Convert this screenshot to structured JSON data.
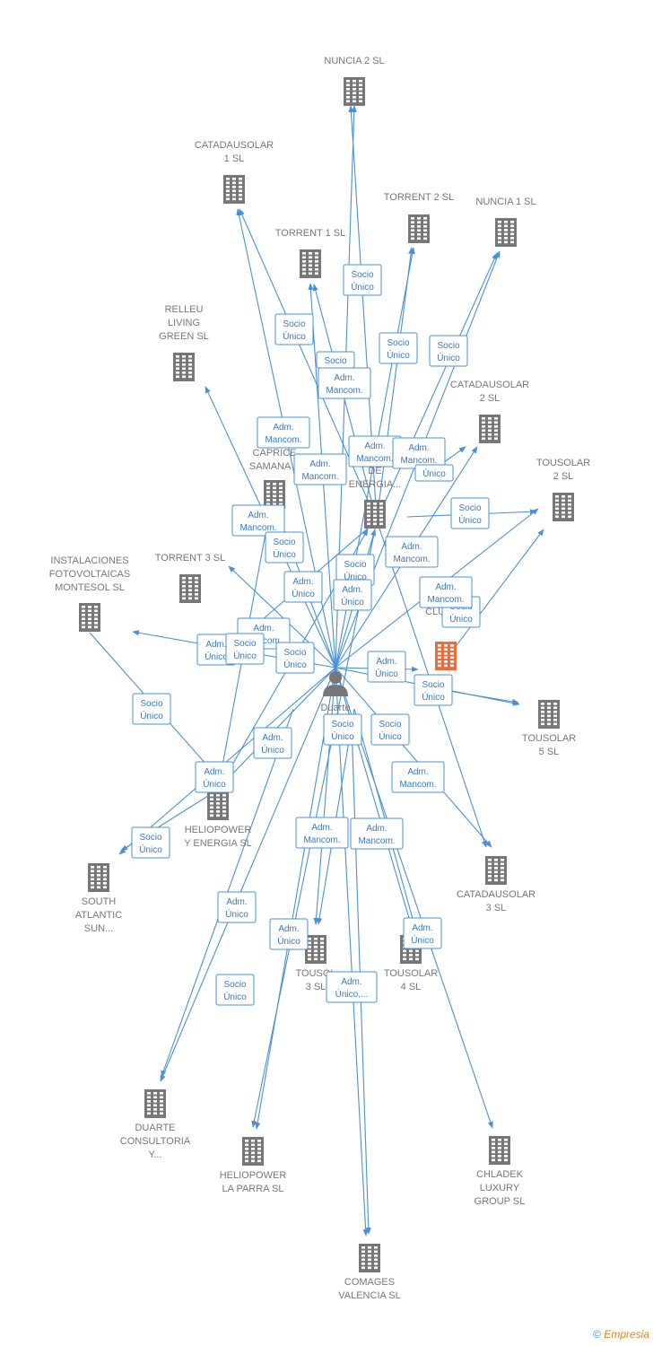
{
  "colors": {
    "edge": "#4a90d9",
    "node": "#777777",
    "highlight": "#f06a3a"
  },
  "nodes": [
    {
      "id": "nuncia2",
      "lines": [
        "NUNCIA 2  SL"
      ],
      "icon": "building-icon"
    },
    {
      "id": "catadausolar1",
      "lines": [
        "CATADAUSOLAR",
        "1  SL"
      ],
      "icon": "building-icon"
    },
    {
      "id": "torrent2",
      "lines": [
        "TORRENT 2  SL"
      ],
      "icon": "building-icon"
    },
    {
      "id": "nuncia1",
      "lines": [
        "NUNCIA 1  SL"
      ],
      "icon": "building-icon"
    },
    {
      "id": "torrent1",
      "lines": [
        "TORRENT 1  SL"
      ],
      "icon": "building-icon"
    },
    {
      "id": "relleu",
      "lines": [
        "RELLEU",
        "LIVING",
        "GREEN  SL"
      ],
      "icon": "building-icon"
    },
    {
      "id": "catadausolar2",
      "lines": [
        "CATADAUSOLAR",
        "2  SL"
      ],
      "icon": "building-icon"
    },
    {
      "id": "caprice",
      "lines": [
        "CAPRICE",
        "SAMANA  S"
      ],
      "icon": "building-icon"
    },
    {
      "id": "energia",
      "lines": [
        "DE",
        "ENERGIA..."
      ],
      "icon": "building-icon"
    },
    {
      "id": "tousolar2",
      "lines": [
        "TOUSOLAR",
        "2  SL"
      ],
      "icon": "building-icon"
    },
    {
      "id": "torrent3",
      "lines": [
        "TORRENT 3  SL"
      ],
      "icon": "building-icon"
    },
    {
      "id": "instalaciones",
      "lines": [
        "INSTALACIONES",
        "FOTOVOLTAICAS",
        "MONTESOL  SL"
      ],
      "icon": "building-icon"
    },
    {
      "id": "beachclub",
      "lines": [
        "BE",
        "CLUB  SL"
      ],
      "icon": "building-icon",
      "highlight": true
    },
    {
      "id": "tousolar5",
      "lines": [
        "TOUSOLAR",
        "5  SL"
      ],
      "icon": "building-icon"
    },
    {
      "id": "heliopower_energia",
      "lines": [
        "HELIOPOWER",
        "Y ENERGIA  SL"
      ],
      "icon": "building-icon"
    },
    {
      "id": "catadausolar3",
      "lines": [
        "CATADAUSOLAR",
        "3  SL"
      ],
      "icon": "building-icon"
    },
    {
      "id": "south",
      "lines": [
        "SOUTH",
        "ATLANTIC",
        "SUN..."
      ],
      "icon": "building-icon"
    },
    {
      "id": "tousolar3",
      "lines": [
        "TOUSOL",
        "3  SL"
      ],
      "icon": "building-icon"
    },
    {
      "id": "tousolar4",
      "lines": [
        "TOUSOLAR",
        "4  SL"
      ],
      "icon": "building-icon"
    },
    {
      "id": "duarte_consultoria",
      "lines": [
        "DUARTE",
        "CONSULTORIA",
        "Y..."
      ],
      "icon": "building-icon"
    },
    {
      "id": "heliopower_parra",
      "lines": [
        "HELIOPOWER",
        "LA PARRA  SL"
      ],
      "icon": "building-icon"
    },
    {
      "id": "chladek",
      "lines": [
        "CHLADEK",
        "LUXURY",
        "GROUP  SL"
      ],
      "icon": "building-icon"
    },
    {
      "id": "comages",
      "lines": [
        "COMAGES",
        "VALENCIA SL"
      ],
      "icon": "building-icon"
    },
    {
      "id": "person",
      "lines": [
        "Duarte",
        "Qu",
        "M"
      ],
      "icon": "person-icon"
    }
  ],
  "edge_labels": [
    [
      "Socio",
      "Único"
    ],
    [
      "Socio",
      "Único"
    ],
    [
      "Socio",
      "Único"
    ],
    [
      "Socio",
      "Único"
    ],
    [
      "Socio",
      ""
    ],
    [
      "Adm.",
      "Mancom."
    ],
    [
      "Adm.",
      "Mancom."
    ],
    [
      "Adm.",
      "Mancom."
    ],
    [
      "Adm.",
      "Mancom."
    ],
    [
      "Adm.",
      "Mancom."
    ],
    [
      "Único",
      ""
    ],
    [
      "Socio",
      "Único"
    ],
    [
      "Adm.",
      "Mancom."
    ],
    [
      "Socio",
      "Único"
    ],
    [
      "Adm.",
      "Mancom."
    ],
    [
      "Adm.",
      "Único"
    ],
    [
      "Socio",
      "Único"
    ],
    [
      "Adm.",
      "Único"
    ],
    [
      "Adm.",
      "Mancom."
    ],
    [
      "Socio",
      "Único"
    ],
    [
      "Adm.",
      "Único"
    ],
    [
      "Socio",
      "Único"
    ],
    [
      "Socio",
      "Único"
    ],
    [
      "Adm.",
      "Mancom."
    ],
    [
      "Socio",
      "Único"
    ],
    [
      "Adm.",
      "Único"
    ],
    [
      "Socio",
      "Único"
    ],
    [
      "Socio",
      "Único"
    ],
    [
      "Socio",
      "Único"
    ],
    [
      "Adm.",
      "Único"
    ],
    [
      "Adm.",
      "Único"
    ],
    [
      "Socio",
      "Único"
    ],
    [
      "Adm.",
      "Mancom."
    ],
    [
      "Adm.",
      "Mancom."
    ],
    [
      "Adm.",
      "Mancom."
    ],
    [
      "Adm.",
      "Único"
    ],
    [
      "Adm.",
      "Único"
    ],
    [
      "Adm.",
      "Único"
    ],
    [
      "Socio",
      "Único"
    ],
    [
      "Adm.",
      "Único,..."
    ]
  ],
  "footer": {
    "copyright": "©",
    "brand": "Empresia"
  }
}
